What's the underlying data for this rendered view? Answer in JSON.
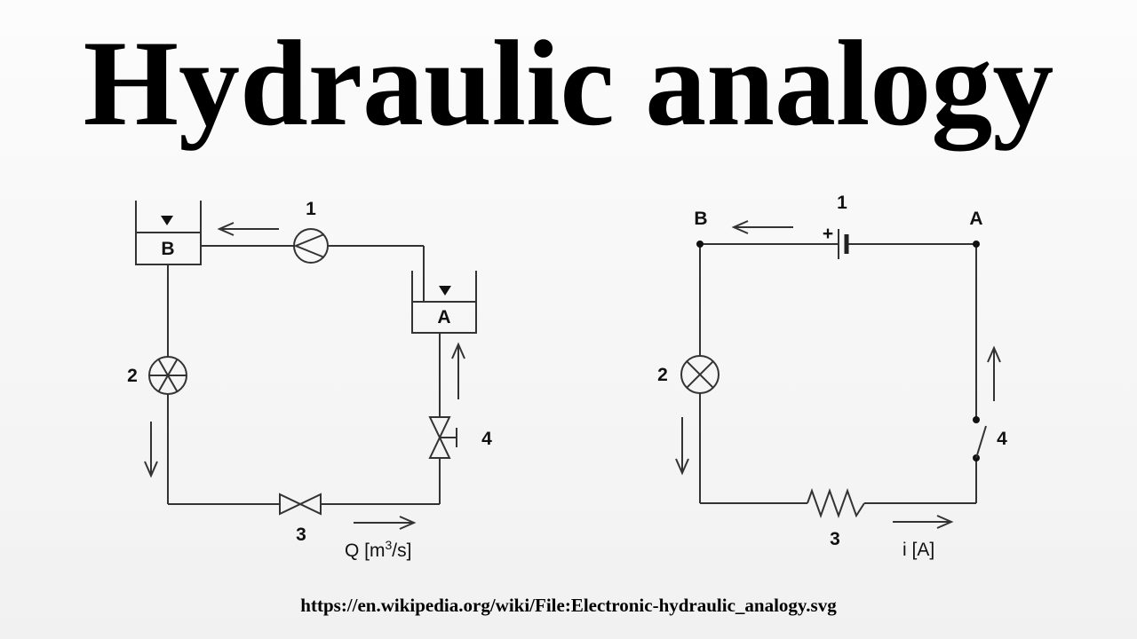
{
  "title": "Hydraulic analogy",
  "source_url": "https://en.wikipedia.org/wiki/File:Electronic-hydraulic_analogy.svg",
  "hydraulic": {
    "tank_b": "B",
    "tank_a": "A",
    "pump_label": "1",
    "turbine_label": "2",
    "constriction_label": "3",
    "valve_label": "4",
    "flow_label": "Q [m",
    "flow_exp": "3",
    "flow_unit_end": "/s]"
  },
  "electric": {
    "node_b": "B",
    "node_a": "A",
    "battery_label": "1",
    "battery_plus": "+",
    "lamp_label": "2",
    "resistor_label": "3",
    "switch_label": "4",
    "current_label": "i [A]"
  }
}
